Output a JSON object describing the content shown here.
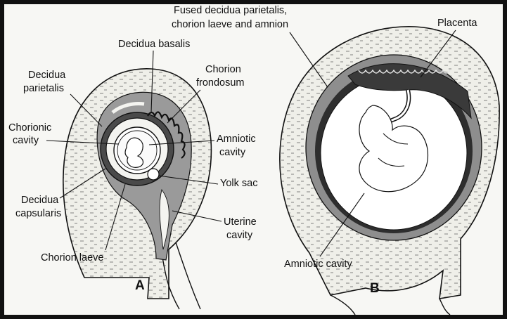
{
  "figure_a": {
    "panel_label": "A",
    "labels": {
      "decidua_basalis": "Decidua basalis",
      "chorion_frondosum_1": "Chorion",
      "chorion_frondosum_2": "frondosum",
      "decidua_parietalis_1": "Decidua",
      "decidua_parietalis_2": "parietalis",
      "chorionic_cavity_1": "Chorionic",
      "chorionic_cavity_2": "cavity",
      "amniotic_cavity_1": "Amniotic",
      "amniotic_cavity_2": "cavity",
      "yolk_sac": "Yolk sac",
      "decidua_capsularis_1": "Decidua",
      "decidua_capsularis_2": "capsularis",
      "uterine_cavity_1": "Uterine",
      "uterine_cavity_2": "cavity",
      "chorion_laeve": "Chorion laeve"
    }
  },
  "figure_b": {
    "panel_label": "B",
    "labels": {
      "fused_1": "Fused decidua parietalis,",
      "fused_2": "chorion laeve and amnion",
      "placenta": "Placenta",
      "amniotic_cavity": "Amniotic cavity"
    }
  },
  "colors": {
    "outline": "#111111",
    "uterine_wall": "#efefe9",
    "decidua": "#8e8e8e",
    "chorion_dark": "#2e2e2e",
    "cavity": "#ffffff"
  }
}
